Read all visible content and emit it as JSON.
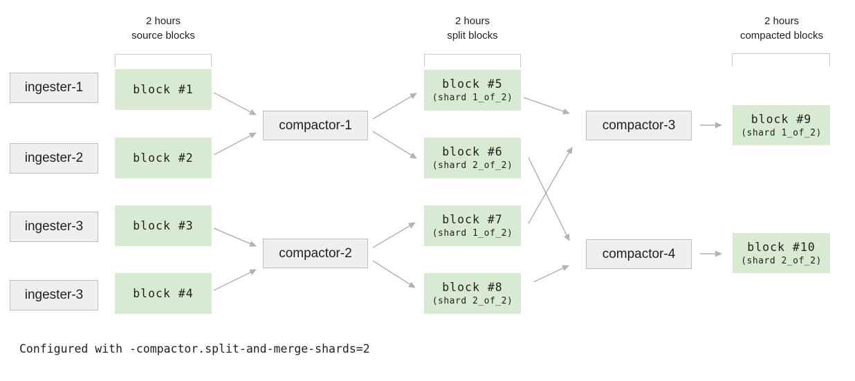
{
  "caption": "Configured with -compactor.split-and-merge-shards=2",
  "colors": {
    "block_green": "#d9ead3",
    "component_gray": "#efefef",
    "component_border": "#bdbdbd",
    "arrow_gray": "#b3b3b3",
    "bracket_gray": "#c9c9c9",
    "text": "#1f1f1f"
  },
  "columns": {
    "source": {
      "header_line1": "2 hours",
      "header_line2": "source blocks"
    },
    "split": {
      "header_line1": "2 hours",
      "header_line2": "split blocks"
    },
    "compacted": {
      "header_line1": "2 hours",
      "header_line2": "compacted blocks"
    }
  },
  "ingesters": [
    {
      "label": "ingester-1"
    },
    {
      "label": "ingester-2"
    },
    {
      "label": "ingester-3"
    },
    {
      "label": "ingester-3"
    }
  ],
  "source_blocks": [
    {
      "label": "block #1"
    },
    {
      "label": "block #2"
    },
    {
      "label": "block #3"
    },
    {
      "label": "block #4"
    }
  ],
  "split_compactors": [
    {
      "label": "compactor-1"
    },
    {
      "label": "compactor-2"
    }
  ],
  "split_blocks": [
    {
      "label": "block #5",
      "shard": "(shard 1_of_2)"
    },
    {
      "label": "block #6",
      "shard": "(shard 2_of_2)"
    },
    {
      "label": "block #7",
      "shard": "(shard 1_of_2)"
    },
    {
      "label": "block #8",
      "shard": "(shard 2_of_2)"
    }
  ],
  "merge_compactors": [
    {
      "label": "compactor-3"
    },
    {
      "label": "compactor-4"
    }
  ],
  "compacted_blocks": [
    {
      "label": "block #9",
      "shard": "(shard 1_of_2)"
    },
    {
      "label": "block #10",
      "shard": "(shard 2_of_2)"
    }
  ],
  "edges": [
    {
      "from": "block #1",
      "to": "compactor-1"
    },
    {
      "from": "block #2",
      "to": "compactor-1"
    },
    {
      "from": "block #3",
      "to": "compactor-2"
    },
    {
      "from": "block #4",
      "to": "compactor-2"
    },
    {
      "from": "compactor-1",
      "to": "block #5"
    },
    {
      "from": "compactor-1",
      "to": "block #6"
    },
    {
      "from": "compactor-2",
      "to": "block #7"
    },
    {
      "from": "compactor-2",
      "to": "block #8"
    },
    {
      "from": "block #5",
      "to": "compactor-3"
    },
    {
      "from": "block #6",
      "to": "compactor-4"
    },
    {
      "from": "block #7",
      "to": "compactor-3"
    },
    {
      "from": "block #8",
      "to": "compactor-4"
    },
    {
      "from": "compactor-3",
      "to": "block #9"
    },
    {
      "from": "compactor-4",
      "to": "block #10"
    }
  ]
}
